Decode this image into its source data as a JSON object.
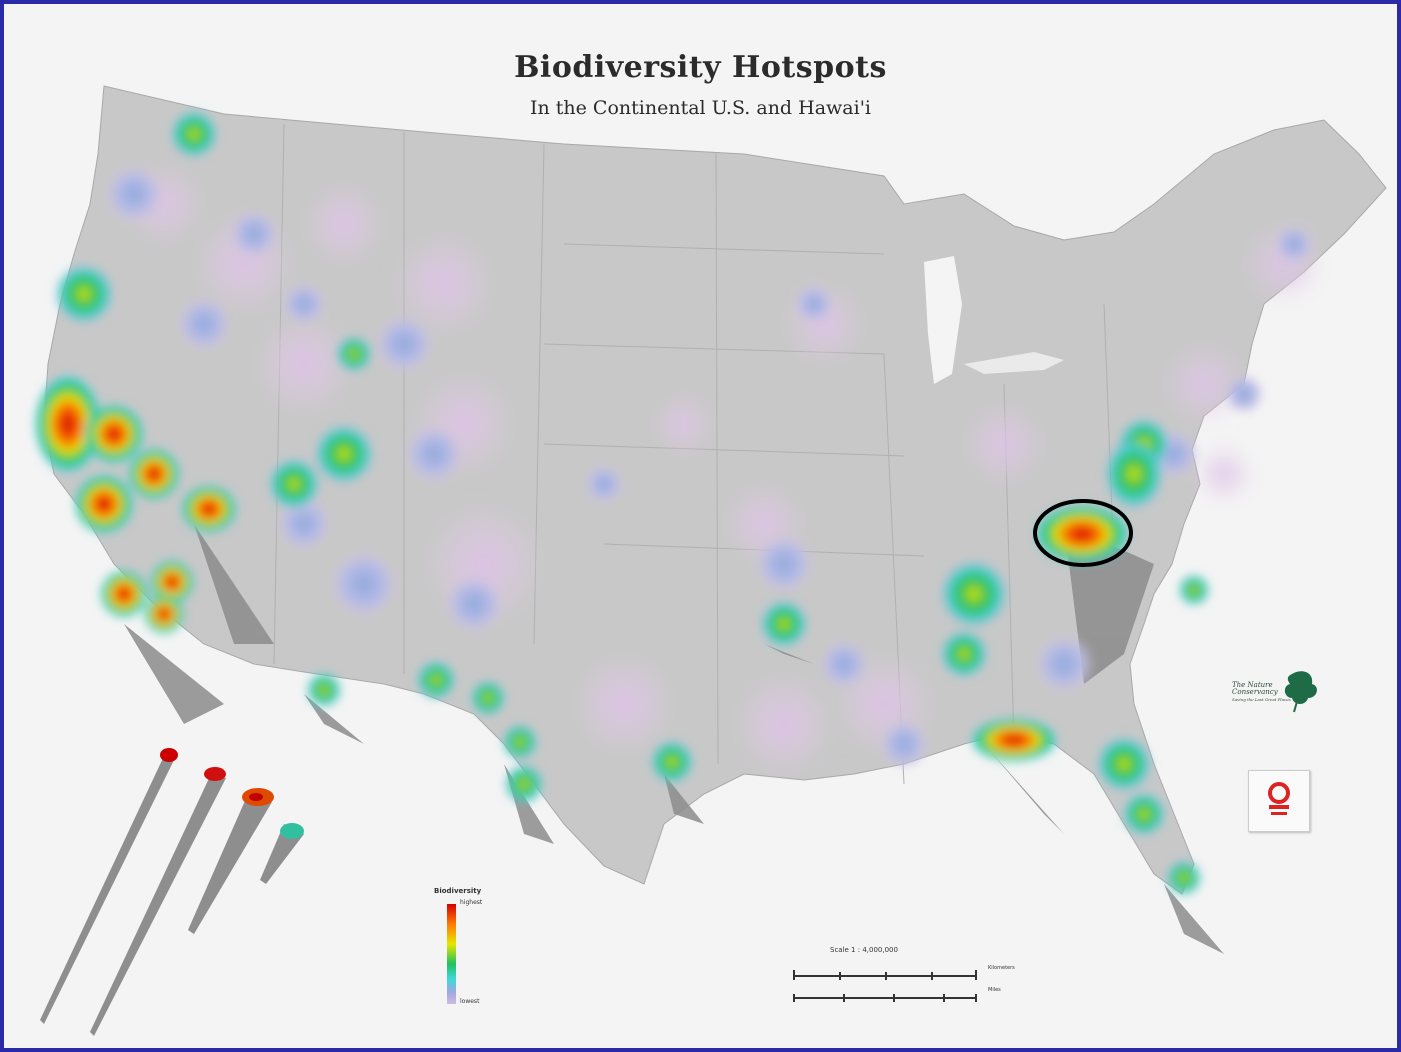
{
  "map": {
    "title": "Biodiversity Hotspots",
    "subtitle": "In the Continental U.S. and Hawai'i"
  },
  "legend": {
    "title": "Biodiversity",
    "high_label": "highest",
    "low_label": "lowest",
    "colors": [
      "#d40000",
      "#ff7a00",
      "#e6e600",
      "#20c060",
      "#40d8d8",
      "#9fa8e0",
      "#d0b8e0"
    ]
  },
  "scale": {
    "label": "Scale 1 : 4,000,000",
    "units_top": "Kilometers",
    "units_bottom": "Miles"
  },
  "logo": {
    "organization": "The Nature Conservancy",
    "tagline": "Saving the Last Great Places"
  },
  "colors": {
    "frame": "#2a2aa8",
    "land": "#c9c9c9",
    "shadow": "#8a8a8a",
    "highlight_circle": "#000000"
  }
}
